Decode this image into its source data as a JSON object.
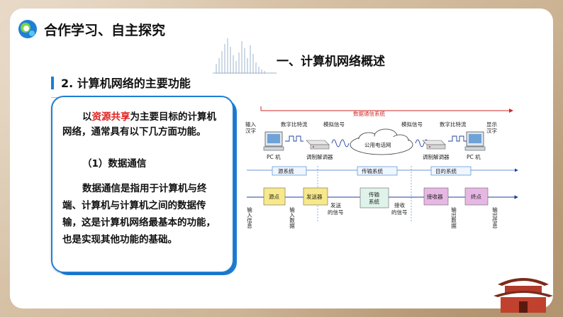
{
  "header": {
    "section_title": "合作学习、自主探究",
    "sub_title": "一、计算机网络概述"
  },
  "point": {
    "title": "2. 计算机网络的主要功能"
  },
  "card": {
    "intro_prefix": "以",
    "intro_highlight": "资源共享",
    "intro_rest": "为主要目标的计算机网络，通常具有以下几方面功能。",
    "item_heading": "（1）数据通信",
    "item_body": "数据通信是指用于计算机与终端、计算机与计算机之间的数据传输，这是计算机网络最基本的功能，也是实现其他功能的基础。"
  },
  "diagram": {
    "system_label": "数据通信系统",
    "input_chars": [
      "输入",
      "汉字"
    ],
    "output_chars": [
      "显示",
      "汉字"
    ],
    "digital_stream": "数字比特流",
    "analog_signal": "模拟信号",
    "network": "公用电话网",
    "pc_label": "PC 机",
    "modem_label": "调制解调器",
    "source_system": "源系统",
    "transmission_system": "传输系统",
    "destination_system": "目的系统",
    "blocks": [
      "源点",
      "发送器",
      "传输\n系统",
      "接收器",
      "终点"
    ],
    "input_info": "输入信息",
    "input_data": "输入数据",
    "sent_signal": [
      "发送",
      "的信号"
    ],
    "received_signal": [
      "接收",
      "的信号"
    ],
    "output_data": "输出数据",
    "output_info": "输出信息"
  },
  "colors": {
    "accent": "#1f7fd6",
    "highlight": "#e0201f",
    "block_fill": "#f7e98a",
    "block_purple": "#e7b7e3",
    "band_fill": "#e9f5e9"
  }
}
